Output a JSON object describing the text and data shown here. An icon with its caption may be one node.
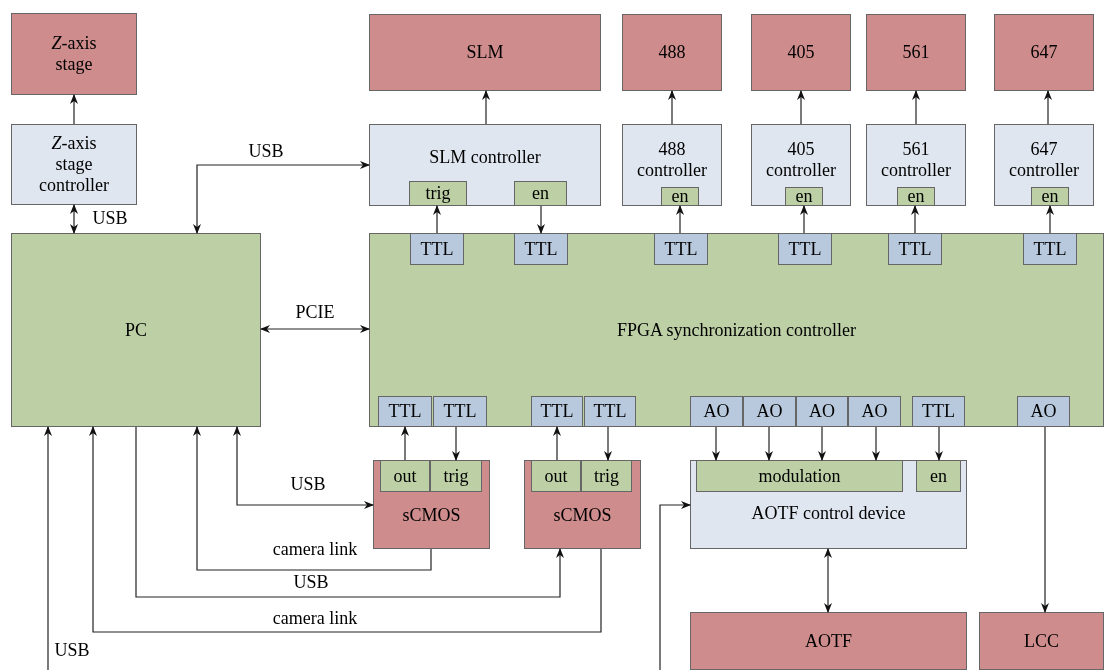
{
  "diagram": {
    "nodes": [
      {
        "text": [
          "*Z*-axis stage"
        ]
      },
      {
        "text": [
          "SLM"
        ]
      },
      {
        "text": [
          "488"
        ]
      },
      {
        "text": [
          "405"
        ]
      },
      {
        "text": [
          "561"
        ]
      },
      {
        "text": [
          "647"
        ]
      },
      {
        "text": [
          "*Z*-axis stage controller"
        ]
      },
      {
        "text": [
          "SLM controller"
        ]
      },
      {
        "text": [
          "trig"
        ],
        "in": 7
      },
      {
        "text": [
          "en"
        ],
        "in": 7
      },
      {
        "text": [
          "488 controller"
        ]
      },
      {
        "text": [
          "en"
        ],
        "in": 10
      },
      {
        "text": [
          "405 controller"
        ]
      },
      {
        "text": [
          "en"
        ],
        "in": 12
      },
      {
        "text": [
          "561 controller"
        ]
      },
      {
        "text": [
          "en"
        ],
        "in": 14
      },
      {
        "text": [
          "647 controller"
        ]
      },
      {
        "text": [
          "en"
        ],
        "in": 16
      },
      {
        "text": [
          "PC"
        ]
      },
      {
        "text": [
          "FPGA synchronization controller"
        ]
      },
      {
        "text": [
          "TTL"
        ],
        "in": 19
      },
      {
        "text": [
          "TTL"
        ],
        "in": 19
      },
      {
        "text": [
          "TTL"
        ],
        "in": 19
      },
      {
        "text": [
          "TTL"
        ],
        "in": 19
      },
      {
        "text": [
          "TTL"
        ],
        "in": 19
      },
      {
        "text": [
          "TTL"
        ],
        "in": 19
      },
      {
        "text": [
          "TTL"
        ],
        "in": 19
      },
      {
        "text": [
          "TTL"
        ],
        "in": 19
      },
      {
        "text": [
          "TTL"
        ],
        "in": 19
      },
      {
        "text": [
          "TTL"
        ],
        "in": 19
      },
      {
        "text": [
          "AO"
        ],
        "in": 19
      },
      {
        "text": [
          "AO"
        ],
        "in": 19
      },
      {
        "text": [
          "AO"
        ],
        "in": 19
      },
      {
        "text": [
          "AO"
        ],
        "in": 19
      },
      {
        "text": [
          "TTL"
        ],
        "in": 19
      },
      {
        "text": [
          "AO"
        ],
        "in": 19
      },
      {
        "text": [
          "sCMOS"
        ]
      },
      {
        "text": [
          "out"
        ],
        "in": 36
      },
      {
        "text": [
          "trig"
        ],
        "in": 36
      },
      {
        "text": [
          "sCMOS"
        ]
      },
      {
        "text": [
          "out"
        ],
        "in": 39
      },
      {
        "text": [
          "trig"
        ],
        "in": 39
      },
      {
        "text": [
          "AOTF control device"
        ]
      },
      {
        "text": [
          "modulation"
        ],
        "in": 42
      },
      {
        "text": [
          "en"
        ],
        "in": 42
      },
      {
        "text": [
          "AOTF"
        ]
      },
      {
        "text": [
          "LCC"
        ]
      }
    ],
    "edges": [
      {
        "from": 6,
        "to": 0,
        "arrow": "to"
      },
      {
        "from": 18,
        "to": 6,
        "arrow": "both",
        "label": "USB"
      },
      {
        "from": 18,
        "to": 7,
        "arrow": "both",
        "label": "USB"
      },
      {
        "from": 7,
        "to": 1,
        "arrow": "to"
      },
      {
        "from": 20,
        "to": 8,
        "arrow": "to"
      },
      {
        "from": 9,
        "to": 21,
        "arrow": "to"
      },
      {
        "from": 10,
        "to": 2,
        "arrow": "to"
      },
      {
        "from": 22,
        "to": 11,
        "arrow": "to"
      },
      {
        "from": 12,
        "to": 3,
        "arrow": "to"
      },
      {
        "from": 23,
        "to": 13,
        "arrow": "to"
      },
      {
        "from": 14,
        "to": 4,
        "arrow": "to"
      },
      {
        "from": 24,
        "to": 15,
        "arrow": "to"
      },
      {
        "from": 16,
        "to": 5,
        "arrow": "to"
      },
      {
        "from": 25,
        "to": 17,
        "arrow": "to"
      },
      {
        "from": 18,
        "to": 19,
        "arrow": "both",
        "label": "PCIE"
      },
      {
        "from": 37,
        "to": 26,
        "arrow": "to"
      },
      {
        "from": 27,
        "to": 38,
        "arrow": "to"
      },
      {
        "from": 40,
        "to": 28,
        "arrow": "to"
      },
      {
        "from": 29,
        "to": 41,
        "arrow": "to"
      },
      {
        "from": 18,
        "to": 36,
        "arrow": "both",
        "label": "USB"
      },
      {
        "from": 36,
        "to": 18,
        "arrow": "to",
        "label": "camera link"
      },
      {
        "from": 18,
        "to": 39,
        "arrow": "to",
        "label": "USB"
      },
      {
        "from": 39,
        "to": 18,
        "arrow": "to",
        "label": "camera link"
      },
      {
        "from": null,
        "to": 18,
        "arrow": "to",
        "label": "USB"
      },
      {
        "from": null,
        "to": 42,
        "arrow": "to"
      },
      {
        "from": 30,
        "to": 43,
        "arrow": "to"
      },
      {
        "from": 31,
        "to": 43,
        "arrow": "to"
      },
      {
        "from": 32,
        "to": 43,
        "arrow": "to"
      },
      {
        "from": 33,
        "to": 43,
        "arrow": "to"
      },
      {
        "from": 34,
        "to": 44,
        "arrow": "to"
      },
      {
        "from": 42,
        "to": 45,
        "arrow": "both"
      },
      {
        "from": 35,
        "to": 46,
        "arrow": "to"
      }
    ]
  }
}
